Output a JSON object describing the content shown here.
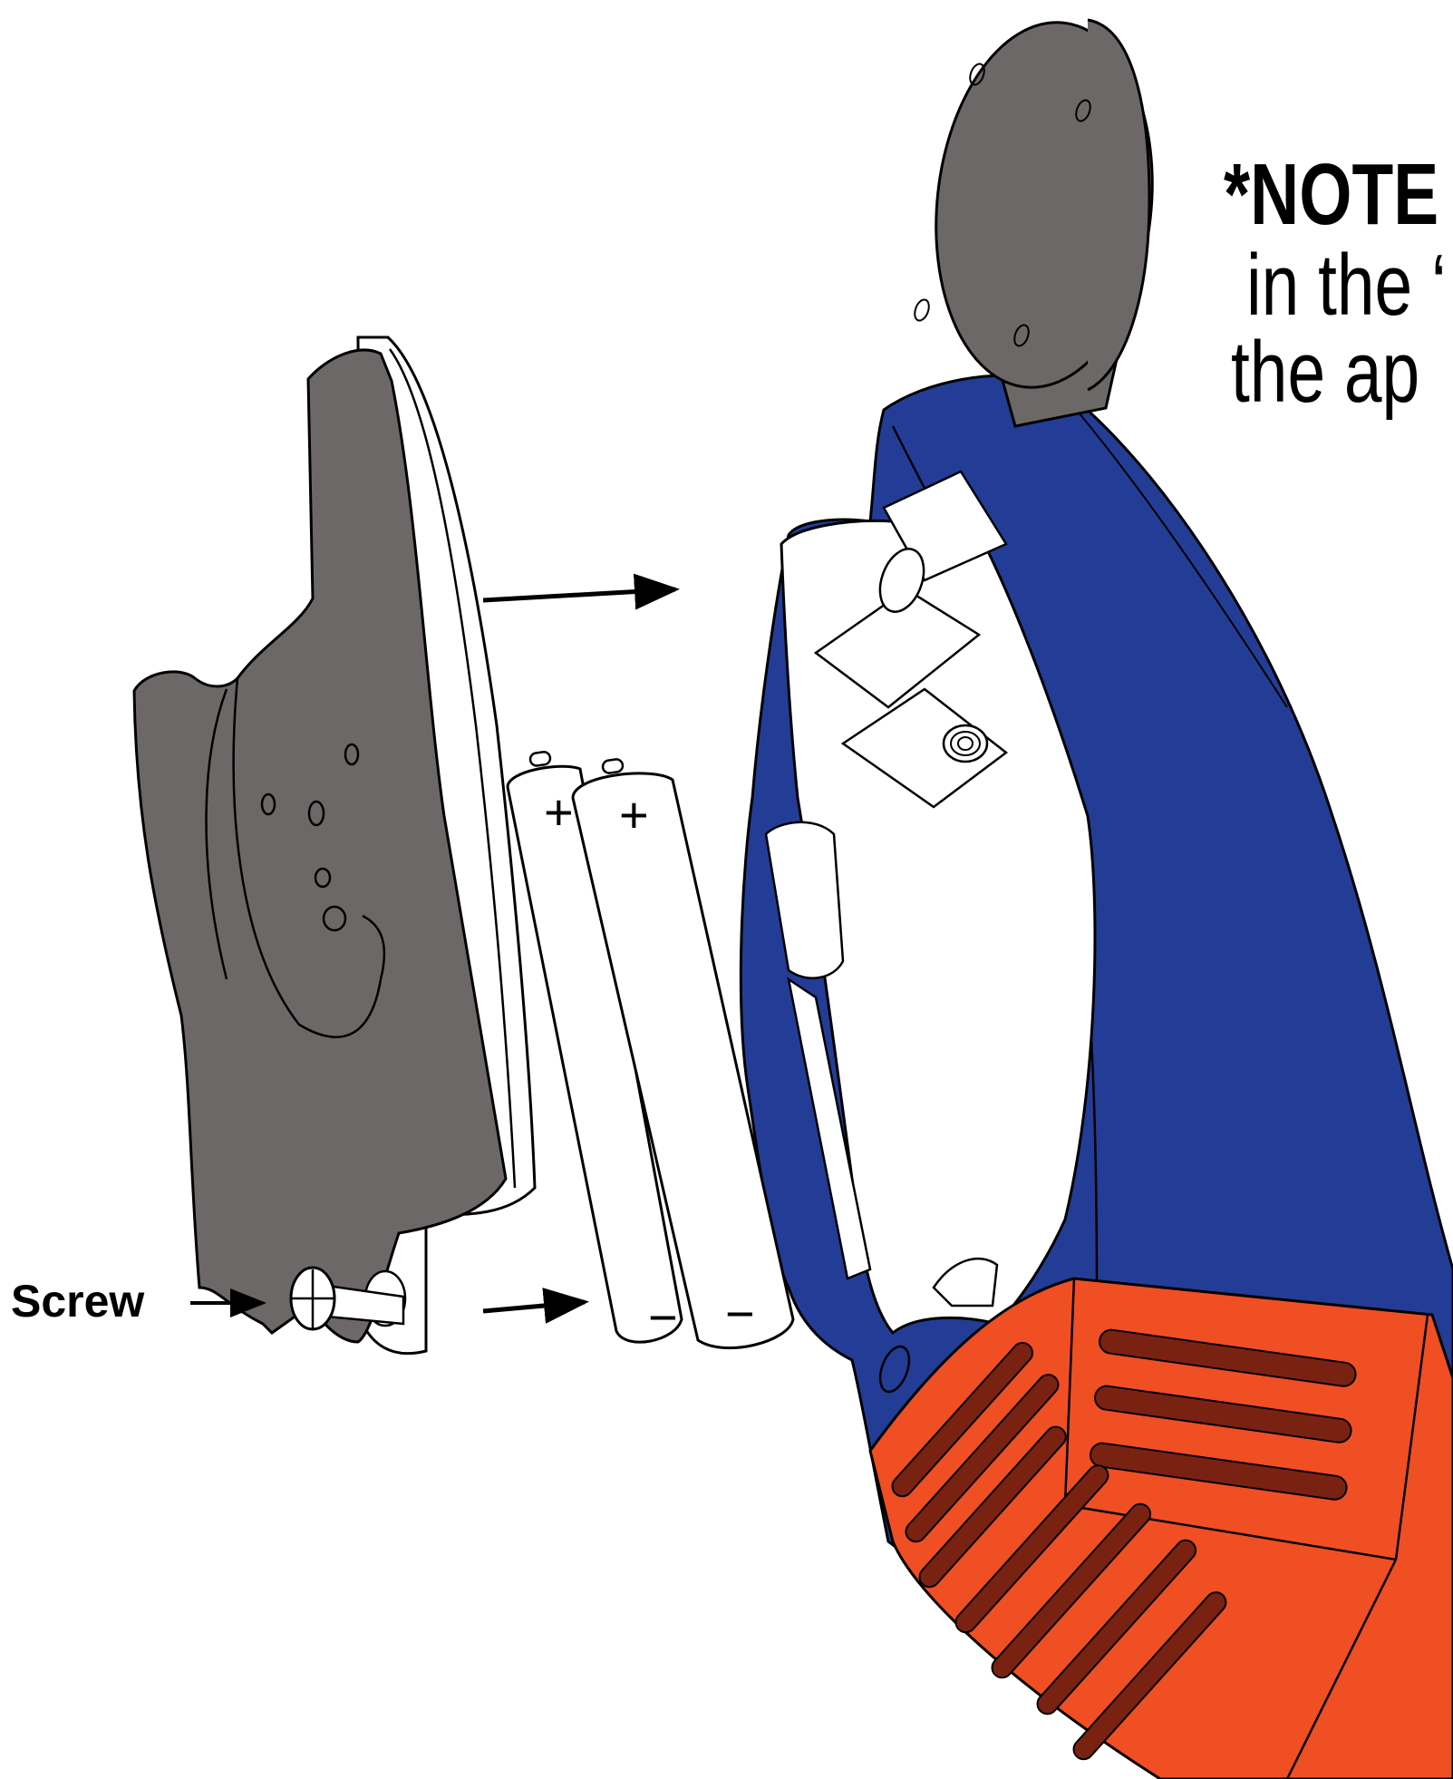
{
  "labels": {
    "screw": "Screw",
    "note_line_1": "*NOTE",
    "note_line_2": "in the ‘",
    "note_line_3": "the ap"
  },
  "battery_marks": {
    "plus": "+",
    "minus": "−"
  },
  "colors": {
    "housing_blue": "#233d96",
    "base_orange": "#f04e23",
    "vent_brown": "#7a2212",
    "cover_gray": "#6d6868",
    "outline": "#000000",
    "background": "#ffffff"
  }
}
